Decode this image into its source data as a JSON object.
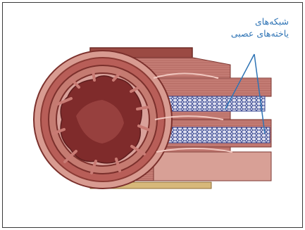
{
  "diagram": {
    "label_line1": "شبکه‌های",
    "label_line2": "یاخته‌های عصبی",
    "colors": {
      "label_text": "#2f74b5",
      "pointer": "#2f74b5",
      "muscle_dark": "#8a3a34",
      "muscle_mid": "#b7655d",
      "muscle_light": "#d99a8f",
      "lumen": "#7f2b2b",
      "lumen_light": "#c97b74",
      "network": "#2f3f8d",
      "serosa": "#e9d8a6"
    },
    "icons": [
      "neural-network-pointer"
    ]
  }
}
